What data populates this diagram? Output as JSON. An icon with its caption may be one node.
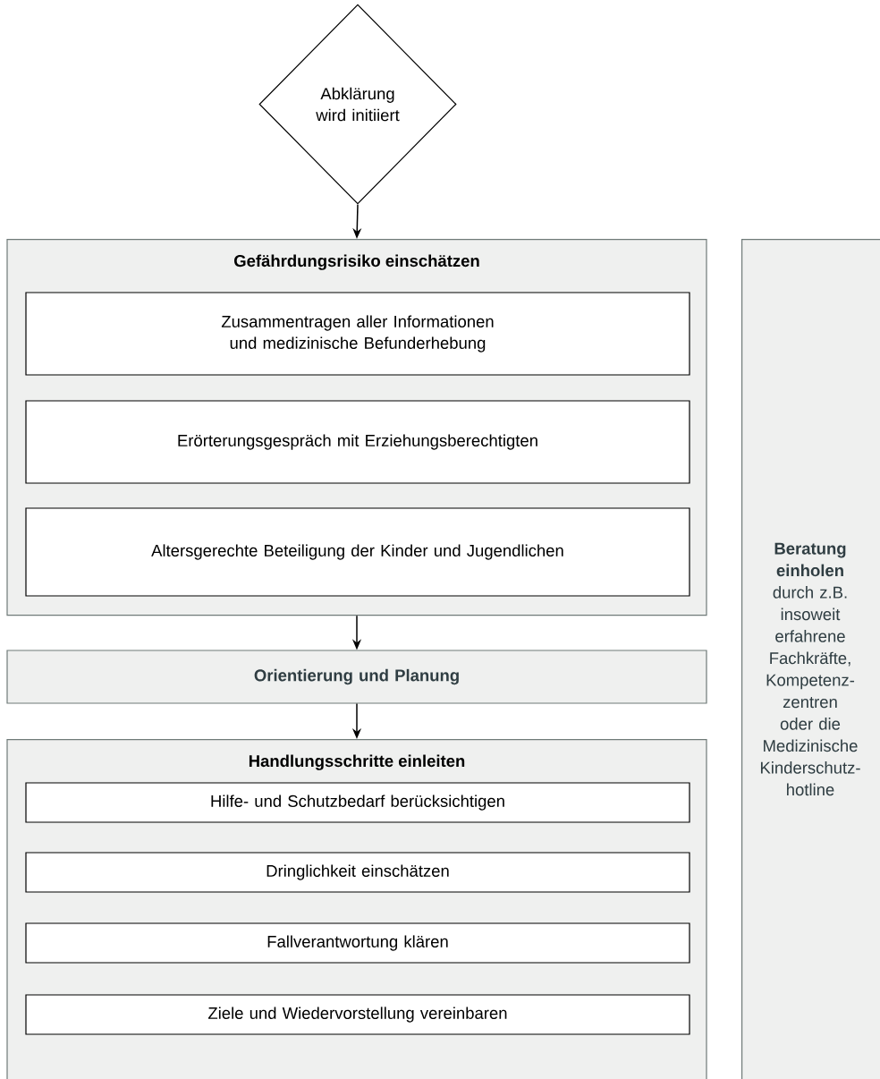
{
  "diagram": {
    "nodes": [
      {
        "text": [
          "Abklärung wird initiiert"
        ]
      },
      {
        "text": [
          "Gefährdungsrisiko einschätzen"
        ]
      },
      {
        "text": [
          "Zusammentragen aller Informationen und medizinische Befunderhebung"
        ],
        "in": 1
      },
      {
        "text": [
          "Erörterungsgespräch mit Erziehungsberechtigten"
        ],
        "in": 1
      },
      {
        "text": [
          "Altersgerechte Beteiligung der Kinder und Jugendlichen"
        ],
        "in": 1
      },
      {
        "text": [
          "Orientierung und Planung"
        ]
      },
      {
        "text": [
          "Handlungsschritte einleiten"
        ]
      },
      {
        "text": [
          "Hilfe- und Schutzbedarf berücksichtigen"
        ],
        "in": 6
      },
      {
        "text": [
          "Dringlichkeit einschätzen"
        ],
        "in": 6
      },
      {
        "text": [
          "Fallverantwortung klären"
        ],
        "in": 6
      },
      {
        "text": [
          "Ziele und Wiedervorstellung vereinbaren"
        ],
        "in": 6
      },
      {
        "text": [
          "**Beratung einholen** durch z.B. insoweit erfahrene Fachkräfte, Kompetenz-zentren oder die Medizinische Kinderschutz-hotline"
        ]
      }
    ],
    "edges": [
      {
        "from": 0,
        "to": 1,
        "arrow": "to"
      },
      {
        "from": 1,
        "to": 5,
        "arrow": "to"
      },
      {
        "from": 5,
        "to": 6,
        "arrow": "to"
      }
    ]
  }
}
